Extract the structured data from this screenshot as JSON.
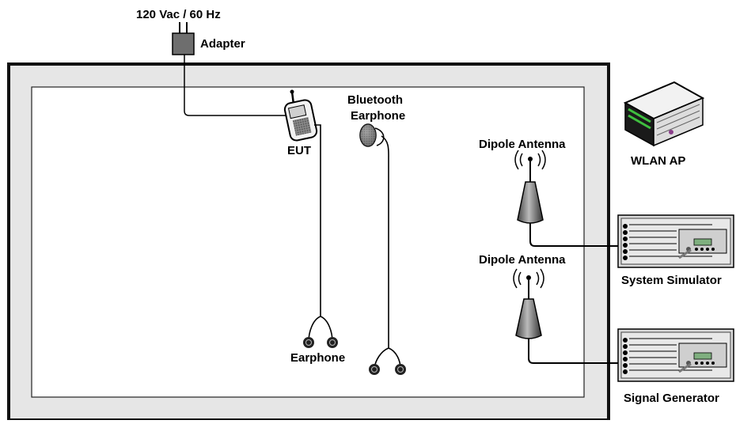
{
  "labels": {
    "power": "120 Vac / 60 Hz",
    "adapter": "Adapter",
    "eut": "EUT",
    "bluetooth_line1": "Bluetooth",
    "bluetooth_line2": "Earphone",
    "earphone": "Earphone",
    "dipole_antenna_1": "Dipole Antenna",
    "dipole_antenna_2": "Dipole Antenna",
    "wlan_ap": "WLAN AP",
    "system_simulator": "System Simulator",
    "signal_generator": "Signal Generator"
  },
  "colors": {
    "chamber_outer": "#e6e6e6",
    "chamber_border": "#111111",
    "adapter": "#6e6e6e",
    "equipment_body": "#d9d9d9",
    "equipment_dark": "#333333",
    "screen": "#7fb07f",
    "led": "#3fbf3f",
    "accent": "#8a3f8a"
  }
}
